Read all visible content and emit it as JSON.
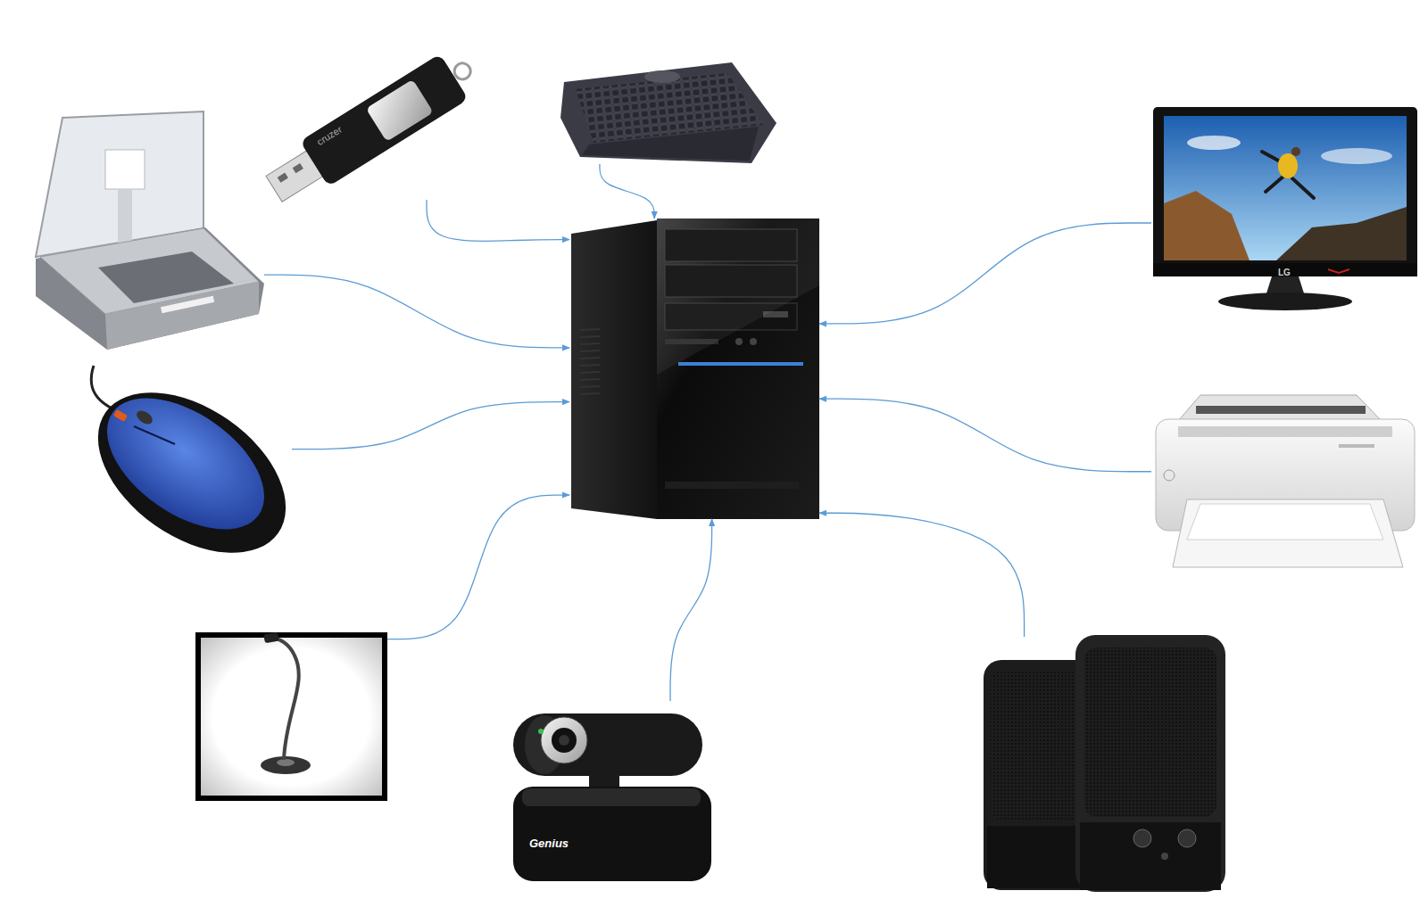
{
  "diagram": {
    "nodes": [
      {
        "text": [
          "cruzer"
        ]
      },
      {
        "text": []
      },
      {
        "text": []
      },
      {
        "text": [
          "LG"
        ]
      },
      {
        "text": []
      },
      {
        "text": []
      },
      {
        "text": []
      },
      {
        "text": []
      },
      {
        "text": [
          "Genius"
        ]
      },
      {
        "text": []
      }
    ],
    "edges": [
      {
        "from": 0,
        "to": 4,
        "arrow": "to"
      },
      {
        "from": 1,
        "to": 4,
        "arrow": "to"
      },
      {
        "from": 2,
        "to": 4,
        "arrow": "to"
      },
      {
        "from": 3,
        "to": 4,
        "arrow": "to"
      },
      {
        "from": 5,
        "to": 4,
        "arrow": "to"
      },
      {
        "from": 6,
        "to": 4,
        "arrow": "to"
      },
      {
        "from": 7,
        "to": 4,
        "arrow": "to"
      },
      {
        "from": 8,
        "to": 4,
        "arrow": "to"
      },
      {
        "from": 9,
        "to": 4,
        "arrow": "to"
      }
    ]
  }
}
